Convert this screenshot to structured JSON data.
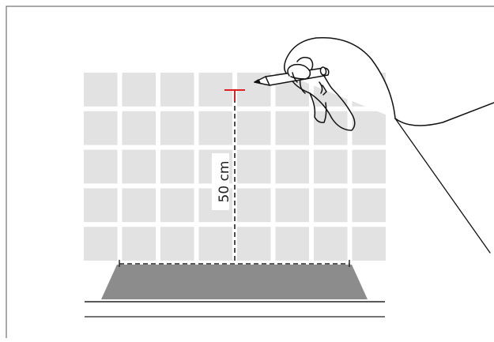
{
  "diagram": {
    "measurement_label": "50 cm",
    "colors": {
      "frame": "#555555",
      "tile": "#e2e2e2",
      "grout": "#ffffff",
      "hood": "#8c8c8c",
      "mark": "#e02020",
      "dash_line": "#222222",
      "hand_stroke": "#111111"
    },
    "tile_grid": {
      "rows": 5,
      "columns": 8
    },
    "icons": [
      "hand-with-pencil-icon",
      "height-mark-icon",
      "cooker-hood-icon"
    ]
  }
}
